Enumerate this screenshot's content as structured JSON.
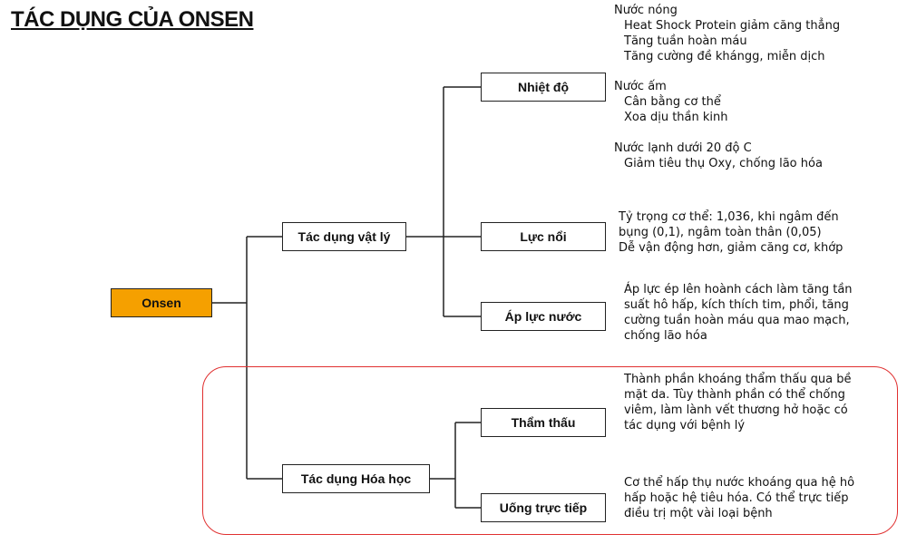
{
  "title": "TÁC DỤNG CỦA ONSEN",
  "nodes": {
    "root": "Onsen",
    "physical": "Tác dụng vật lý",
    "chemical": "Tác dụng Hóa học",
    "temperature": "Nhiệt độ",
    "buoyancy": "Lực nổi",
    "pressure": "Áp lực nước",
    "absorption": "Thẩm thấu",
    "drinking": "Uống trực tiếp"
  },
  "notes": {
    "hot_water": {
      "heading": "Nước nóng",
      "items": [
        "Heat Shock Protein giảm căng thẳng",
        "Tăng tuần hoàn máu",
        "Tăng cường đề khángg, miễn dịch"
      ]
    },
    "warm_water": {
      "heading": "Nước ấm",
      "items": [
        "Cân bằng cơ thể",
        "Xoa dịu thần kinh"
      ]
    },
    "cold_water": {
      "heading": "Nước lạnh dưới 20 độ C",
      "items": [
        "Giảm tiêu thụ Oxy, chống lão hóa"
      ]
    },
    "buoyancy": {
      "lines": [
        "Tỷ trọng cơ thể: 1,036, khi ngâm đến",
        "bụng (0,1), ngâm toàn thân (0,05)",
        "Dễ vận động hơn, giảm căng cơ, khớp"
      ]
    },
    "pressure": {
      "lines": [
        "Áp lực ép lên hoành cách làm tăng tần",
        "suất hô hấp, kích thích tim, phổi, tăng",
        "cường tuần hoàn máu qua mao mạch,",
        "chống lão hóa"
      ]
    },
    "absorption": {
      "lines": [
        "Thành phần khoáng thẩm thấu qua bề",
        "mặt da. Tùy thành phần có thể chống",
        "viêm, làm lành vết thương hở hoặc có",
        "tác dụng với bệnh lý"
      ]
    },
    "drinking": {
      "lines": [
        "Cơ thể hấp thụ nước khoáng qua hệ hô",
        "hấp hoặc hệ tiêu hóa. Có thể trực tiếp",
        "điều trị một vài loại bệnh"
      ]
    }
  }
}
